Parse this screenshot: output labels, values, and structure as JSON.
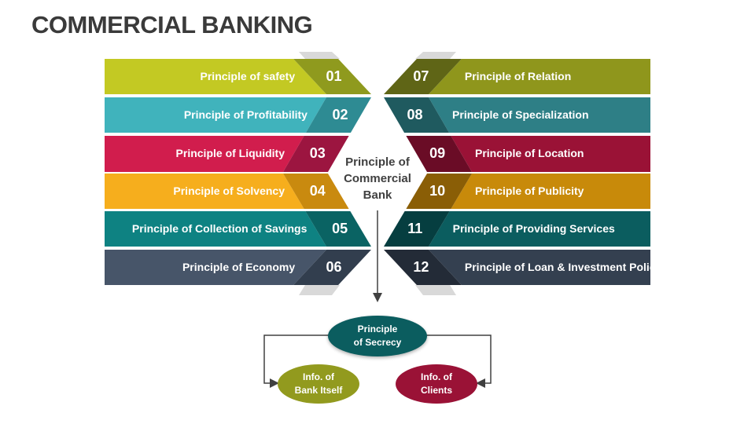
{
  "title": "COMMERCIAL BANKING",
  "center": {
    "line1": "Principle of",
    "line2": "Commercial",
    "line3": "Bank"
  },
  "left": [
    {
      "num": "01",
      "label": "Principle of safety",
      "light": "#c3c923",
      "dark": "#8f9a1e"
    },
    {
      "num": "02",
      "label": "Principle of Profitability",
      "light": "#40b3bc",
      "dark": "#2e8b93"
    },
    {
      "num": "03",
      "label": "Principle of Liquidity",
      "light": "#d11d4d",
      "dark": "#9c1540"
    },
    {
      "num": "04",
      "label": "Principle of Solvency",
      "light": "#f6ae1d",
      "dark": "#c98a0f"
    },
    {
      "num": "05",
      "label": "Principle of Collection of Savings",
      "light": "#0e8282",
      "dark": "#0a6363"
    },
    {
      "num": "06",
      "label": "Principle of Economy",
      "light": "#475569",
      "dark": "#323e4e"
    }
  ],
  "right": [
    {
      "num": "07",
      "label": "Principle of Relation",
      "light": "#8f961c",
      "dark": "#5f6516"
    },
    {
      "num": "08",
      "label": "Principle of Specialization",
      "light": "#2e7f86",
      "dark": "#1f5a5f"
    },
    {
      "num": "09",
      "label": "Principle of Location",
      "light": "#9a1236",
      "dark": "#6a0c26"
    },
    {
      "num": "10",
      "label": "Principle of Publicity",
      "light": "#c88a0a",
      "dark": "#8a5e06"
    },
    {
      "num": "11",
      "label": "Principle of Providing Services",
      "light": "#0b5d5f",
      "dark": "#063e40"
    },
    {
      "num": "12",
      "label": "Principle of Loan & Investment Policies",
      "light": "#344050",
      "dark": "#232b37"
    }
  ],
  "secrecy": {
    "line1": "Principle",
    "line2": "of Secrecy",
    "color": "#0b5d5f"
  },
  "bank_itself": {
    "line1": "Info. of",
    "line2": "Bank Itself",
    "color": "#929a1e"
  },
  "clients": {
    "line1": "Info. of",
    "line2": "Clients",
    "color": "#9a1236"
  }
}
